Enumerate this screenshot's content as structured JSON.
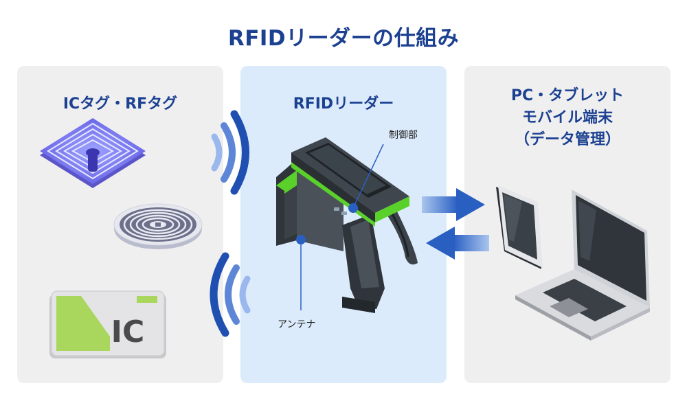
{
  "title": "RFIDリーダーの仕組み",
  "panels": {
    "tags": {
      "title": "ICタグ・RFタグ",
      "ic_card_text": "IC"
    },
    "reader": {
      "title": "RFIDリーダー",
      "label_control": "制御部",
      "label_antenna": "アンテナ"
    },
    "devices": {
      "title_lines": [
        "PC・タブレット",
        "モバイル端末",
        "（データ管理）"
      ]
    }
  },
  "colors": {
    "title": "#1c4191",
    "panel_gray": "#efeff0",
    "panel_blue": "#dcebfb",
    "wave_blue": "#2a5fc2",
    "reader_green": "#5ad12a",
    "ic_green": "#a9d65c"
  },
  "icons": [
    "square-rfid-tag-icon",
    "round-rfid-tag-icon",
    "ic-card-icon",
    "radio-wave-icon",
    "handheld-reader-icon",
    "arrow-right-icon",
    "arrow-left-icon",
    "tablet-icon",
    "laptop-icon"
  ]
}
